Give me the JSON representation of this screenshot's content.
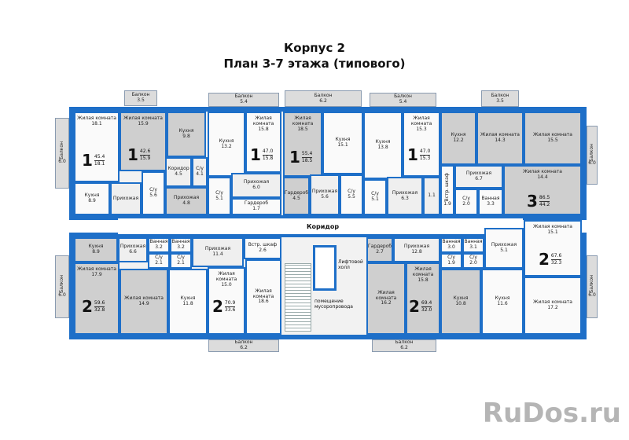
{
  "title": "Корпус 2",
  "subtitle": "План 3-7 этажа (типового)",
  "corridor": "Коридор",
  "lift_hall": "Лифтовой холл",
  "trash_room": "помещение мусоропровода",
  "watermark": "RuDos.ru",
  "colors": {
    "wall": "#1e6fc8",
    "room_grey": "#cfcfcf",
    "room_light": "#efefef"
  },
  "apartments": [
    {
      "rooms": "1",
      "total": "45.4",
      "living": "18.1"
    },
    {
      "rooms": "1",
      "total": "42.6",
      "living": "15.9"
    },
    {
      "rooms": "1",
      "total": "47.0",
      "living": "15.8"
    },
    {
      "rooms": "1",
      "total": "55.4",
      "living": "18.5"
    },
    {
      "rooms": "1",
      "total": "47.0",
      "living": "15.3"
    },
    {
      "rooms": "3",
      "total": "86.5",
      "living": "44.2"
    },
    {
      "rooms": "2",
      "total": "59.6",
      "living": "32.8"
    },
    {
      "rooms": "2",
      "total": "70.9",
      "living": "33.6"
    },
    {
      "rooms": "2",
      "total": "69.4",
      "living": "32.0"
    },
    {
      "rooms": "2",
      "total": "67.6",
      "living": "32.3"
    }
  ],
  "rooms": [
    {
      "name": "Жилая комната",
      "area": "18.1"
    },
    {
      "name": "Кухня",
      "area": "8.9"
    },
    {
      "name": "Балкон",
      "area": "6.0"
    },
    {
      "name": "Жилая комната",
      "area": "15.9"
    },
    {
      "name": "Кухня",
      "area": "9.8"
    },
    {
      "name": "Балкон",
      "area": "3.5"
    },
    {
      "name": "Коридор",
      "area": "4.5"
    },
    {
      "name": "С/у",
      "area": "5.6"
    },
    {
      "name": "Прихожая",
      "area": ""
    },
    {
      "name": "С/у",
      "area": "4.1"
    },
    {
      "name": "Прихожая",
      "area": "4.8"
    },
    {
      "name": "Кухня",
      "area": "13.2"
    },
    {
      "name": "Жилая комната",
      "area": "15.8"
    },
    {
      "name": "С/у",
      "area": "5.1"
    },
    {
      "name": "Прихожая",
      "area": "6.0"
    },
    {
      "name": "Гардероб",
      "area": "1.7"
    },
    {
      "name": "Балкон",
      "area": "5.4"
    },
    {
      "name": "Жилая комната",
      "area": "18.5"
    },
    {
      "name": "Кухня",
      "area": "15.1"
    },
    {
      "name": "Гардероб",
      "area": "4.5"
    },
    {
      "name": "Прихожая",
      "area": "5.6"
    },
    {
      "name": "С/у",
      "area": "5.5"
    },
    {
      "name": "Балкон",
      "area": "6.2"
    },
    {
      "name": "Кухня",
      "area": "13.8"
    },
    {
      "name": "Жилая комната",
      "area": "15.3"
    },
    {
      "name": "С/у",
      "area": "5.1"
    },
    {
      "name": "Прихожая",
      "area": "6.3"
    },
    {
      "name": "",
      "area": "1.1"
    },
    {
      "name": "Балкон",
      "area": "5.4"
    },
    {
      "name": "Кухня",
      "area": "12.2"
    },
    {
      "name": "Жилая комната",
      "area": "14.3"
    },
    {
      "name": "Жилая комната",
      "area": "15.5"
    },
    {
      "name": "Прихожая",
      "area": "6.7"
    },
    {
      "name": "Встр. шкаф",
      "area": "1.9"
    },
    {
      "name": "С/у",
      "area": "2.0"
    },
    {
      "name": "Ванная",
      "area": "3.3"
    },
    {
      "name": "Жилая комната",
      "area": "14.4"
    },
    {
      "name": "Балкон",
      "area": "3.5"
    },
    {
      "name": "Балкон",
      "area": "6.0"
    },
    {
      "name": "Кухня",
      "area": "8.9"
    },
    {
      "name": "Прихожая",
      "area": "6.6"
    },
    {
      "name": "Ванная",
      "area": "3.2"
    },
    {
      "name": "С/у",
      "area": "2.1"
    },
    {
      "name": "Жилая комната",
      "area": "17.9"
    },
    {
      "name": "Жилая комната",
      "area": "14.9"
    },
    {
      "name": "Балкон",
      "area": "6.0"
    },
    {
      "name": "Ванная",
      "area": "3.2"
    },
    {
      "name": "С/у",
      "area": "2.1"
    },
    {
      "name": "Прихожая",
      "area": "11.4"
    },
    {
      "name": "Встр. шкаф",
      "area": "2.6"
    },
    {
      "name": "Кухня",
      "area": "11.8"
    },
    {
      "name": "Жилая комната",
      "area": "15.0"
    },
    {
      "name": "Жилая комната",
      "area": "18.6"
    },
    {
      "name": "Балкон",
      "area": "6.2"
    },
    {
      "name": "Гардероб",
      "area": "2.7"
    },
    {
      "name": "Прихожая",
      "area": "12.8"
    },
    {
      "name": "Ванная",
      "area": "3.0"
    },
    {
      "name": "С/у",
      "area": "1.9"
    },
    {
      "name": "Жилая комната",
      "area": "16.2"
    },
    {
      "name": "Жилая комната",
      "area": "15.8"
    },
    {
      "name": "Кухня",
      "area": "10.8"
    },
    {
      "name": "Балкон",
      "area": "6.2"
    },
    {
      "name": "Прихожая",
      "area": "5.1"
    },
    {
      "name": "Ванная",
      "area": "3.1"
    },
    {
      "name": "С/у",
      "area": "2.0"
    },
    {
      "name": "Жилая комната",
      "area": "15.1"
    },
    {
      "name": "Кухня",
      "area": "11.6"
    },
    {
      "name": "Жилая комната",
      "area": "17.2"
    },
    {
      "name": "Балкон",
      "area": "6.0"
    }
  ]
}
